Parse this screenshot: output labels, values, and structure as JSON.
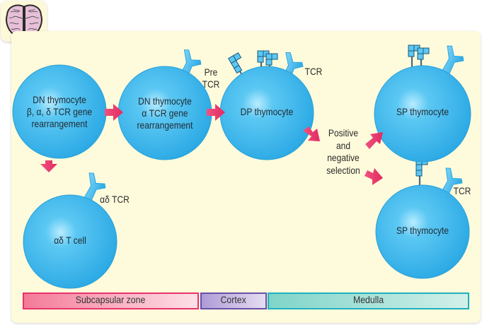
{
  "figure": {
    "icon": "brain-icon",
    "cells": [
      {
        "id": "dn1",
        "lines": [
          "DN thymocyte",
          "β, α, δ TCR gene",
          "rearrangement"
        ]
      },
      {
        "id": "dn2",
        "lines": [
          "DN thymocyte",
          "α TCR gene",
          "rearrangement"
        ]
      },
      {
        "id": "dp",
        "lines": [
          "DP thymocyte"
        ]
      },
      {
        "id": "sp1",
        "lines": [
          "SP thymocyte"
        ]
      },
      {
        "id": "sp2",
        "lines": [
          "SP thymocyte"
        ]
      },
      {
        "id": "ad",
        "lines": [
          "αδ T cell"
        ]
      }
    ],
    "receptor_labels": {
      "pre_tcr": [
        "Pre",
        "TCR"
      ],
      "dp_tcr": "TCR",
      "sp2_tcr": "TCR",
      "ad_tcr": "αδ TCR"
    },
    "selection_label": [
      "Positive",
      "and",
      "negative",
      "selection"
    ],
    "zones": [
      {
        "label": "Subcapsular zone",
        "color": "#e8336b"
      },
      {
        "label": "Cortex",
        "color": "#6a4fa8"
      },
      {
        "label": "Medulla",
        "color": "#1fb0bf"
      }
    ],
    "colors": {
      "cell": "#3ab4ea",
      "arrow": "#e8336b",
      "panel": "#fefbdc"
    }
  }
}
